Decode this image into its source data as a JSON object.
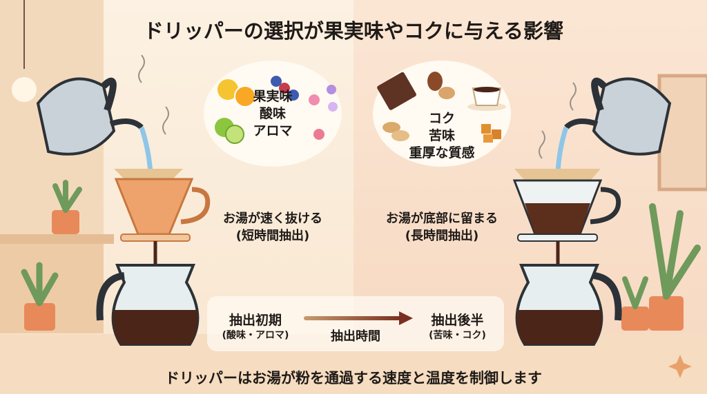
{
  "title": "ドリッパーの選択が果実味やコクに与える影響",
  "left_bubble": {
    "lines": [
      "果実味",
      "酸味",
      "アロマ"
    ]
  },
  "right_bubble": {
    "lines": [
      "コク",
      "苦味",
      "重厚な質感"
    ]
  },
  "left_flow": {
    "line1": "お湯が速く抜ける",
    "line2": "(短時間抽出)"
  },
  "right_flow": {
    "line1": "お湯が底部に留まる",
    "line2": "(長時間抽出)"
  },
  "timeline": {
    "start_title": "抽出初期",
    "start_sub": "(酸味・アロマ)",
    "axis_label": "抽出時間",
    "end_title": "抽出後半",
    "end_sub": "(苦味・コク)"
  },
  "caption": "ドリッパーはお湯が粉を通過する速度と温度を制御します",
  "colors": {
    "coffee": "#4a2518",
    "accent": "#e9a06a",
    "arrow": "#7a3020"
  }
}
